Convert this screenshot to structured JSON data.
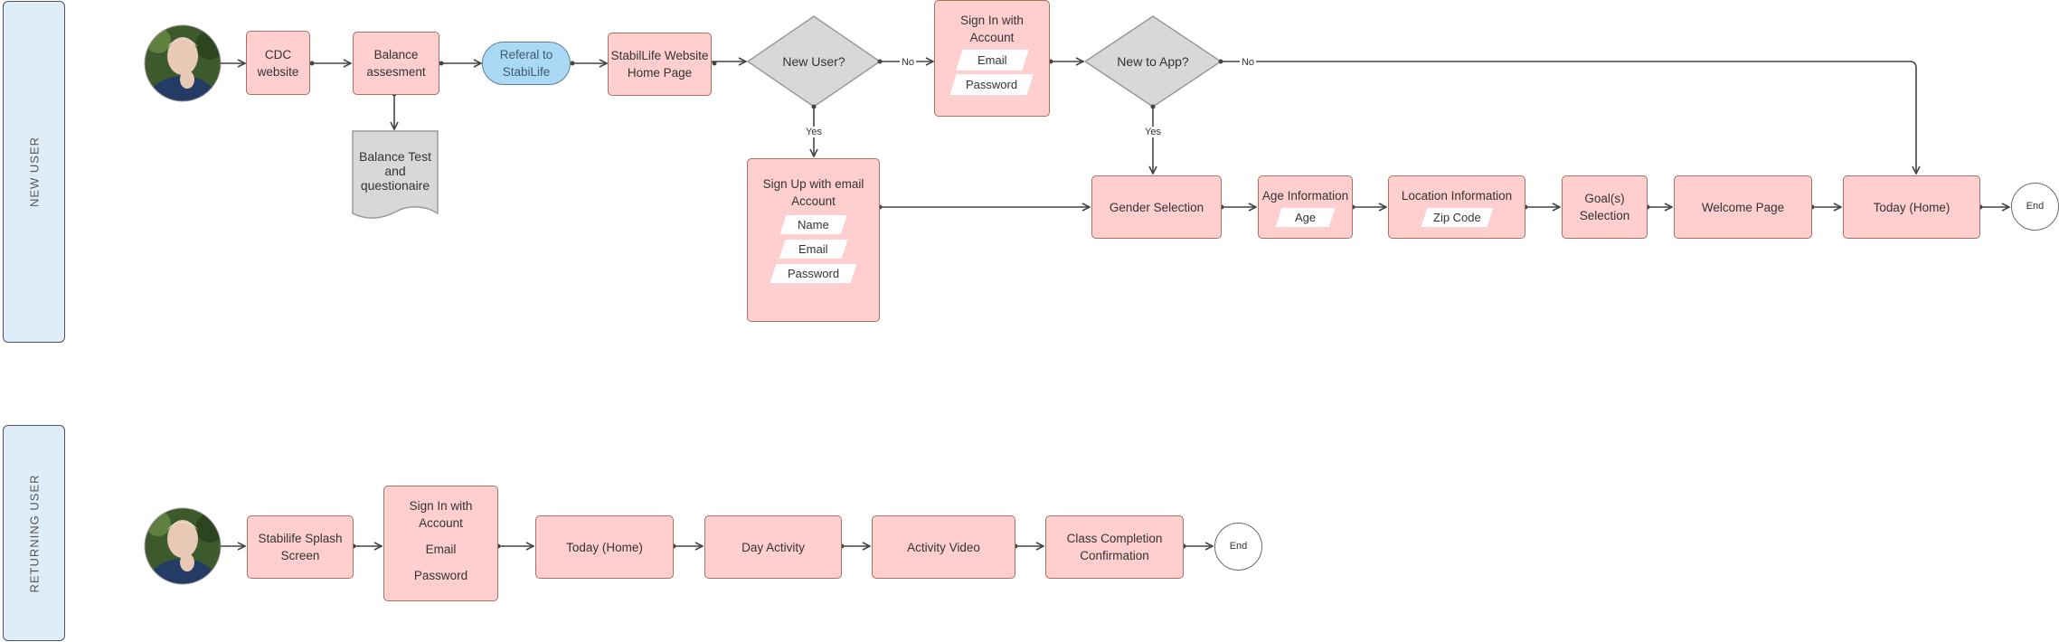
{
  "lanes": {
    "new_user": "NEW USER",
    "returning_user": "RETURNING USER"
  },
  "new_user": {
    "cdc": [
      "CDC",
      "website"
    ],
    "balance": [
      "Balance",
      "assesment"
    ],
    "doc": [
      "Balance Test",
      "and",
      "questionaire"
    ],
    "referral": [
      "Referal to",
      "StabiLife"
    ],
    "website": [
      "StabilLife Website",
      "Home Page"
    ],
    "new_user_q": "New User?",
    "sign_in": {
      "title": [
        "Sign In with",
        "Account"
      ],
      "fields": [
        "Email",
        "Password"
      ]
    },
    "new_to_app_q": "New to App?",
    "sign_up": {
      "title": [
        "Sign Up with email",
        "Account"
      ],
      "fields": [
        "Name",
        "Email",
        "Password"
      ]
    },
    "gender": "Gender Selection",
    "age": {
      "title": "Age Information",
      "field": "Age"
    },
    "location": {
      "title": "Location Information",
      "field": "Zip Code"
    },
    "goals": [
      "Goal(s)",
      "Selection"
    ],
    "welcome": "Welcome Page",
    "today": "Today (Home)",
    "end": "End",
    "yes": "Yes",
    "no": "No"
  },
  "returning": {
    "splash": [
      "Stabilife Splash",
      "Screen"
    ],
    "sign_in": {
      "title": [
        "Sign In with",
        "Account"
      ],
      "fields": [
        "Email",
        "Password"
      ]
    },
    "today": "Today (Home)",
    "day": "Day Activity",
    "video": "Activity Video",
    "class": [
      "Class Completion",
      "Confirmation"
    ],
    "end": "End"
  }
}
